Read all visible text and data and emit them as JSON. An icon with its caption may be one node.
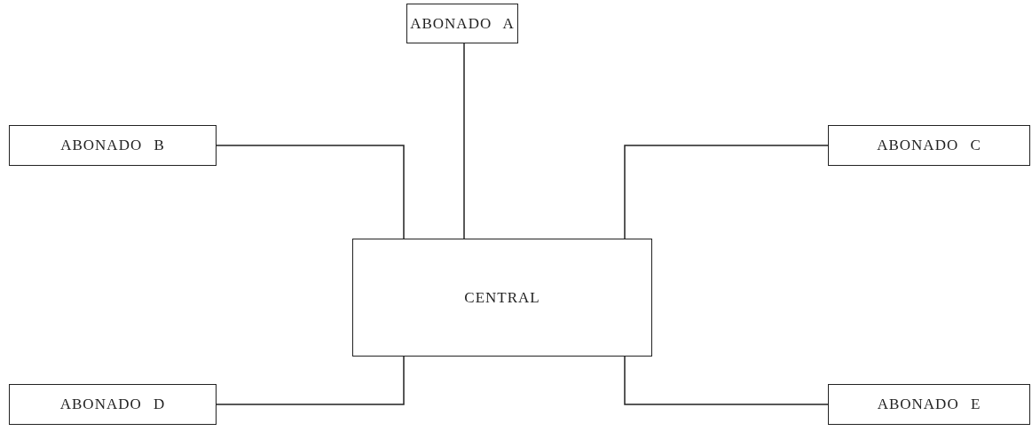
{
  "diagram": {
    "nodes": [
      {
        "text": [
          "ABONADO A"
        ]
      },
      {
        "text": [
          "ABONADO B"
        ]
      },
      {
        "text": [
          "ABONADO C"
        ]
      },
      {
        "text": [
          "CENTRAL"
        ]
      },
      {
        "text": [
          "ABONADO D"
        ]
      },
      {
        "text": [
          "ABONADO E"
        ]
      }
    ],
    "edges": [
      {
        "from": 0,
        "to": 3,
        "arrow": "none"
      },
      {
        "from": 1,
        "to": 3,
        "arrow": "none"
      },
      {
        "from": 2,
        "to": 3,
        "arrow": "none"
      },
      {
        "from": 4,
        "to": 3,
        "arrow": "none"
      },
      {
        "from": 5,
        "to": 3,
        "arrow": "none"
      }
    ]
  }
}
